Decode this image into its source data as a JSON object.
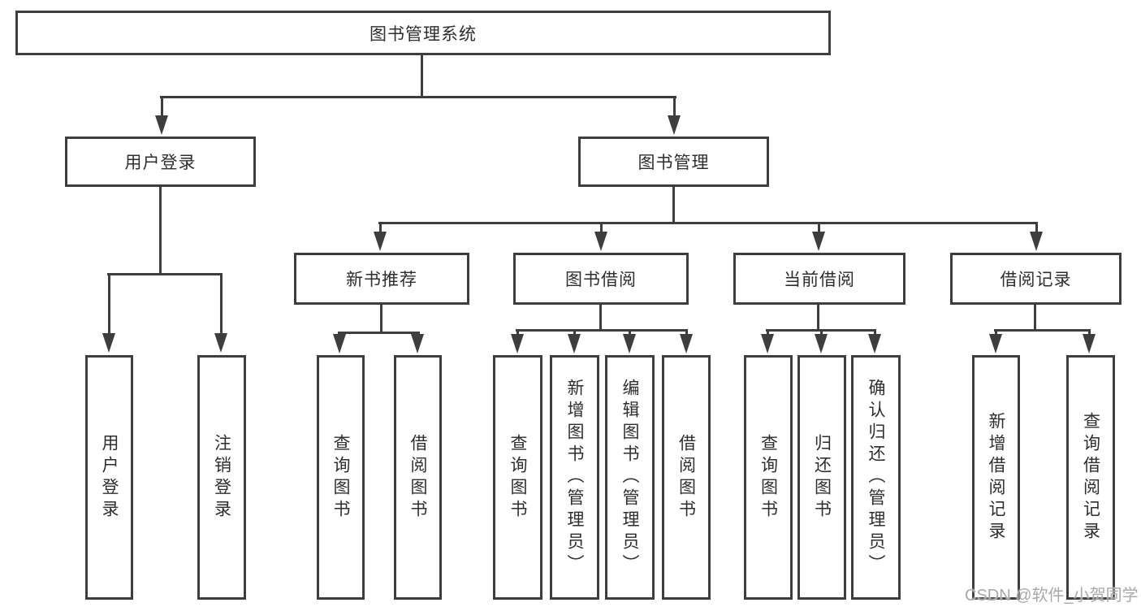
{
  "diagram": {
    "title": "图书管理系统",
    "root": {
      "label": "图书管理系统"
    },
    "level2": [
      {
        "id": "user-login",
        "label": "用户登录",
        "parent": "图书管理系统"
      },
      {
        "id": "book-management",
        "label": "图书管理",
        "parent": "图书管理系统"
      }
    ],
    "level3": [
      {
        "id": "new-book-recommend",
        "label": "新书推荐",
        "parent": "图书管理"
      },
      {
        "id": "book-borrowing",
        "label": "图书借阅",
        "parent": "图书管理"
      },
      {
        "id": "current-borrowing",
        "label": "当前借阅",
        "parent": "图书管理"
      },
      {
        "id": "borrowing-records",
        "label": "借阅记录",
        "parent": "图书管理"
      }
    ],
    "leaves": [
      {
        "label": "用户登录",
        "parent": "用户登录"
      },
      {
        "label": "注销登录",
        "parent": "用户登录"
      },
      {
        "label": "查询图书",
        "parent": "新书推荐"
      },
      {
        "label": "借阅图书",
        "parent": "新书推荐"
      },
      {
        "label": "查询图书",
        "parent": "图书借阅"
      },
      {
        "label": "新增图书（管理员）",
        "parent": "图书借阅"
      },
      {
        "label": "编辑图书（管理员）",
        "parent": "图书借阅"
      },
      {
        "label": "借阅图书",
        "parent": "图书借阅"
      },
      {
        "label": "查询图书",
        "parent": "当前借阅"
      },
      {
        "label": "归还图书",
        "parent": "当前借阅"
      },
      {
        "label": "确认归还（管理员）",
        "parent": "当前借阅"
      },
      {
        "label": "新增借阅记录",
        "parent": "借阅记录"
      },
      {
        "label": "查询借阅记录",
        "parent": "借阅记录"
      }
    ]
  },
  "watermark": {
    "text": "CSDN @软件_小贺同学"
  },
  "colors": {
    "line": "#3e3e3e",
    "text": "#2e2e2e",
    "background": "#ffffff",
    "watermark": "#a9a9a9"
  }
}
